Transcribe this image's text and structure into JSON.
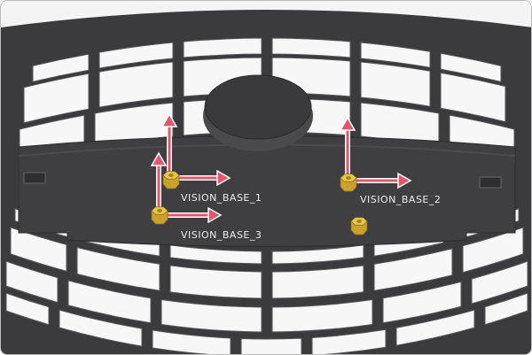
{
  "scene": {
    "labels": [
      "VISION_BASE_1",
      "VISION_BASE_2",
      "VISION_BASE_3"
    ],
    "colors": {
      "grille": "#3b3b3d",
      "grille_edge": "#555558",
      "window": "#f7f7f7",
      "nut": "#e8c84a",
      "arrow": "#e0576f"
    }
  }
}
